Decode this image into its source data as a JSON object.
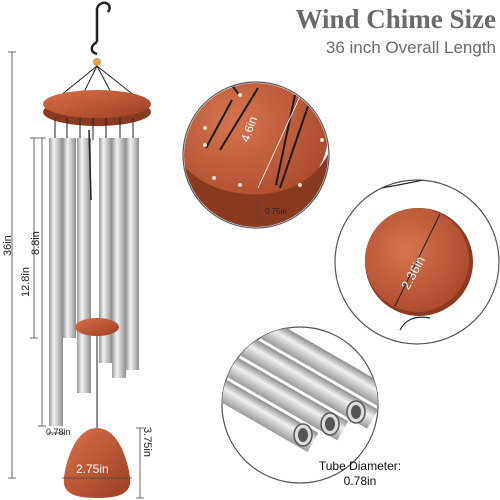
{
  "header": {
    "title": "Wind Chime Size",
    "subtitle": "36 inch Overall Length"
  },
  "dimensions": {
    "overall": "36in",
    "tube_long": "12.8in",
    "tube_short": "8.8in",
    "tube_width": "0.78in",
    "sail_width": "2.75in",
    "sail_height": "3.75in"
  },
  "top_detail": {
    "diameter": "4.6in",
    "thickness": "0.75in"
  },
  "striker_detail": {
    "diameter": "2.36in"
  },
  "tube_detail": {
    "caption_line1": "Tube Diameter:",
    "caption_line2": "0.78in"
  },
  "colors": {
    "wood": "#b0502f",
    "tube": "#c8c8c8",
    "title": "#6a6a6a"
  }
}
